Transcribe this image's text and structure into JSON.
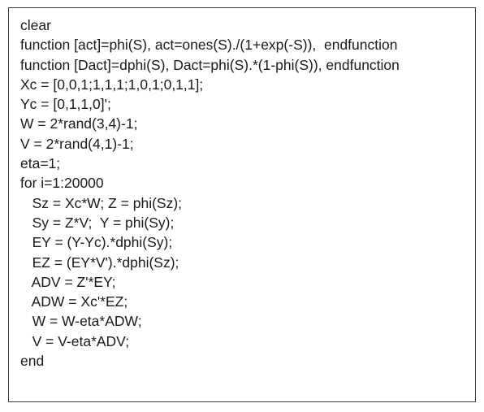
{
  "code_lines": [
    "clear",
    "function [act]=phi(S), act=ones(S)./(1+exp(-S)),  endfunction",
    "function [Dact]=dphi(S), Dact=phi(S).*(1-phi(S)), endfunction",
    "Xc = [0,0,1;1,1,1;1,0,1;0,1,1];",
    "Yc = [0,1,1,0]';",
    "W = 2*rand(3,4)-1;",
    "V = 2*rand(4,1)-1;",
    "eta=1;",
    "for i=1:20000",
    "   Sz = Xc*W; Z = phi(Sz);",
    "   Sy = Z*V;  Y = phi(Sy);",
    "   EY = (Y-Yc).*dphi(Sy);",
    "   EZ = (EY*V').*dphi(Sz);",
    "   ADV = Z'*EY;",
    "   ADW = Xc'*EZ;",
    "   W = W-eta*ADW;",
    "   V = V-eta*ADV;",
    "end"
  ]
}
